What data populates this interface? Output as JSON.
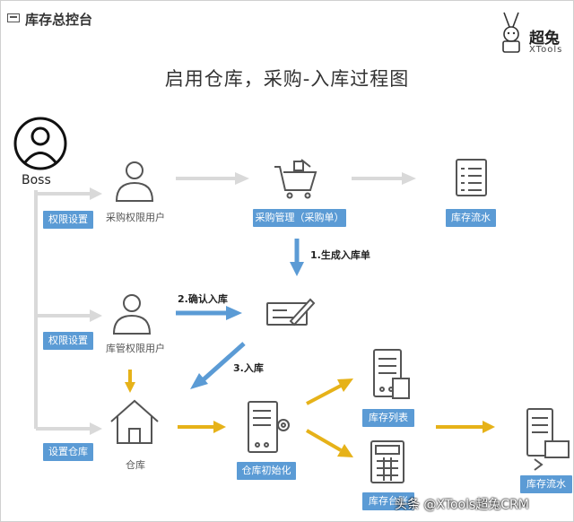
{
  "header": {
    "title": "库存总控台"
  },
  "logo": {
    "cn": "超兔",
    "en": "XTools"
  },
  "diagram": {
    "title": "启用仓库，采购-入库过程图",
    "boss": "Boss",
    "badges": {
      "perm1": "权限设置",
      "purchase": "采购管理（采购单）",
      "flow1": "库存流水",
      "perm2": "权限设置",
      "setup_wh": "设置仓库",
      "wh_init": "仓库初始化",
      "stock_list": "库存列表",
      "stock_ledger": "库存台账",
      "flow2": "库存流水"
    },
    "labels": {
      "purchase_user": "采购权限用户",
      "warehouse_user": "库管权限用户",
      "warehouse": "仓库"
    },
    "steps": {
      "s1": "1.生成入库单",
      "s2": "2.确认入库",
      "s3": "3.入库"
    }
  },
  "watermark": "头条 @XTools超兔CRM",
  "colors": {
    "badge": "#5b9bd5",
    "gray_arrow": "#d9d9d9",
    "blue_arrow": "#5b9bd5",
    "gold_arrow": "#e6b219",
    "icon": "#555555"
  }
}
